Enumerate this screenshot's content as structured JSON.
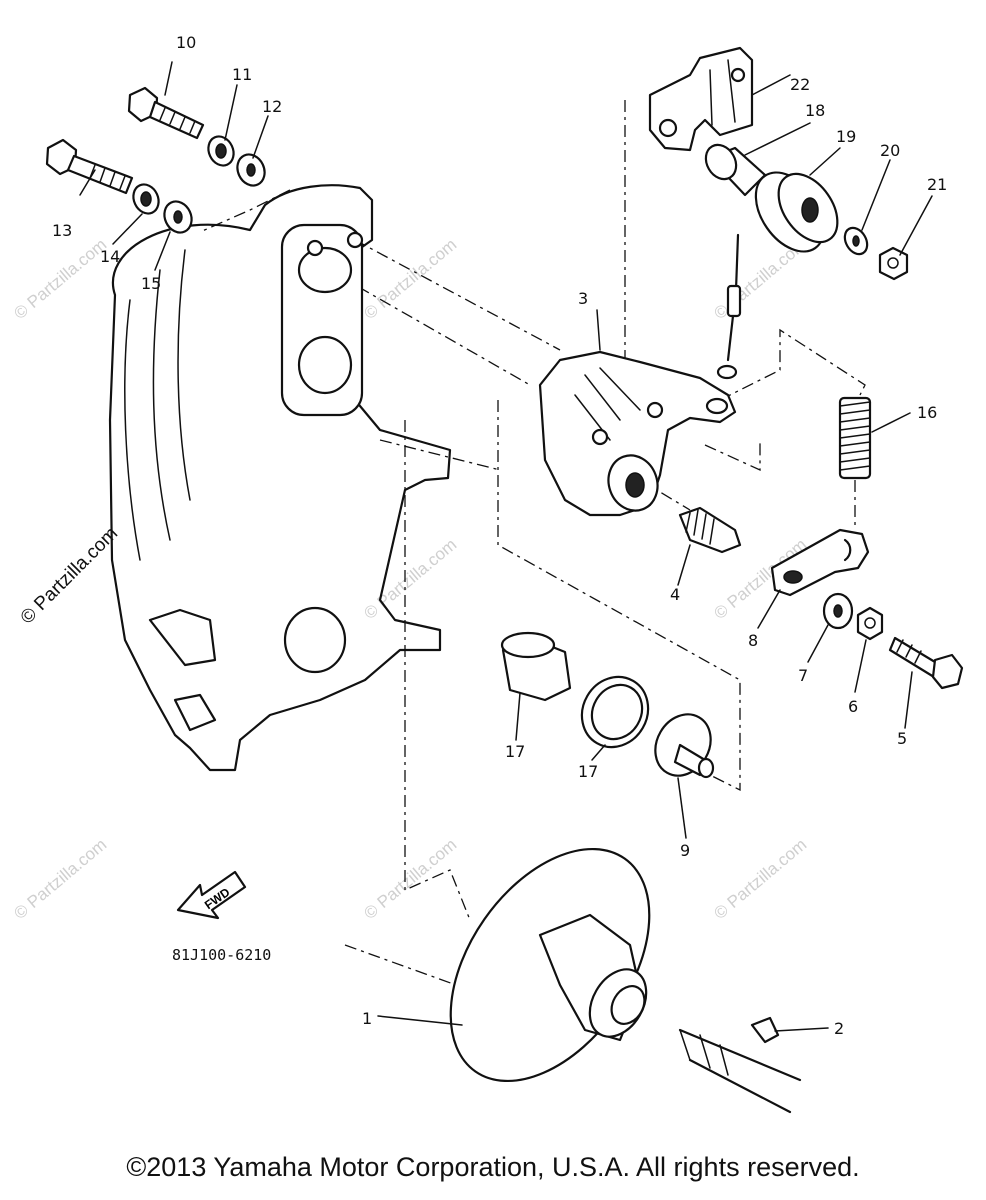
{
  "diagram": {
    "code": "81J100-6210",
    "fwd_label": "FWD",
    "copyright": "©2013 Yamaha Motor Corporation, U.S.A. All rights reserved.",
    "watermark": "© Partzilla.com",
    "callouts": [
      "1",
      "2",
      "3",
      "4",
      "5",
      "6",
      "7",
      "8",
      "9",
      "10",
      "11",
      "12",
      "13",
      "14",
      "15",
      "16",
      "17",
      "17",
      "18",
      "19",
      "20",
      "21",
      "22"
    ]
  }
}
